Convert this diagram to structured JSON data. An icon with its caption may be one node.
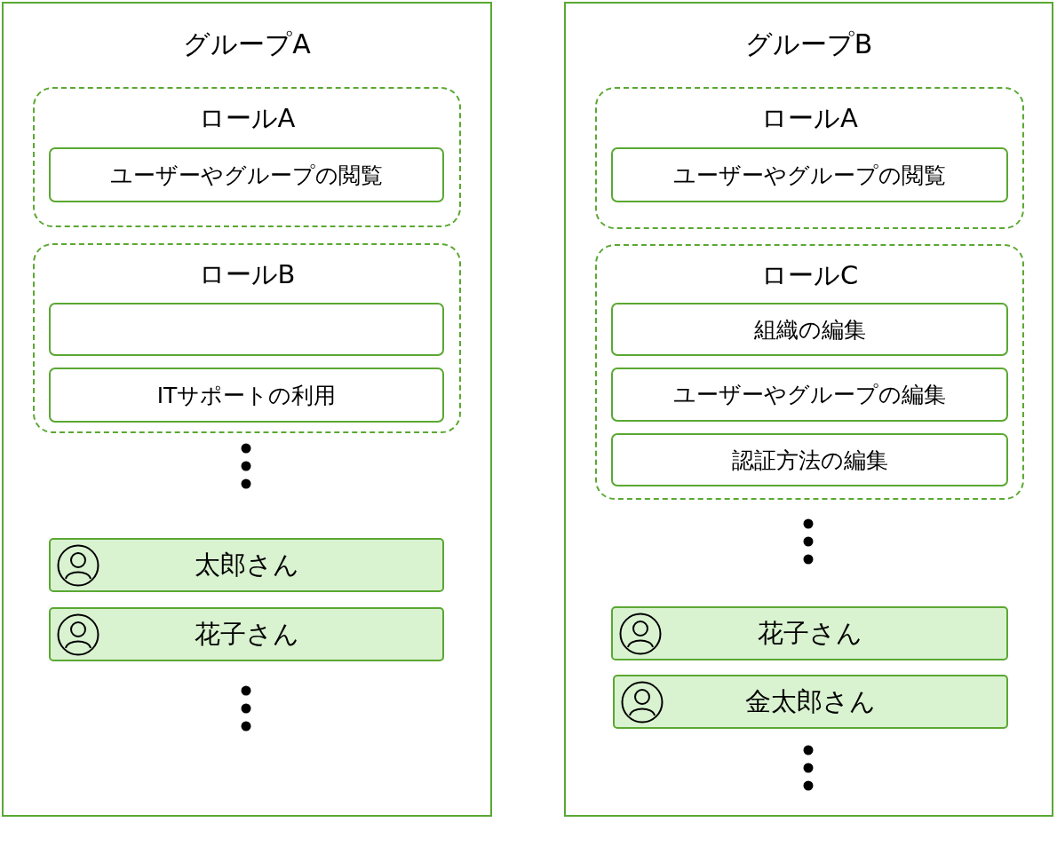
{
  "diagram": {
    "nodes": [
      {
        "text": [
          "グループA"
        ]
      },
      {
        "text": [
          "ロールA"
        ],
        "in": 0
      },
      {
        "text": [
          "ユーザーやグループの閲覧"
        ],
        "in": 1
      },
      {
        "text": [
          "ロールB"
        ],
        "in": 0
      },
      {
        "text": [],
        "shape": "box",
        "in": 3
      },
      {
        "text": [
          "ITサポートの利用"
        ],
        "in": 3
      },
      {
        "text": [
          "太郎さん"
        ],
        "in": 0
      },
      {
        "text": [
          "花子さん"
        ],
        "in": 0
      },
      {
        "text": [
          "グループB"
        ]
      },
      {
        "text": [
          "ロールA"
        ],
        "in": 8
      },
      {
        "text": [
          "ユーザーやグループの閲覧"
        ],
        "in": 9
      },
      {
        "text": [
          "ロールC"
        ],
        "in": 8
      },
      {
        "text": [
          "組織の編集"
        ],
        "in": 11
      },
      {
        "text": [
          "ユーザーやグループの編集"
        ],
        "in": 11
      },
      {
        "text": [
          "認証方法の編集"
        ],
        "in": 11
      },
      {
        "text": [
          "花子さん"
        ],
        "in": 8
      },
      {
        "text": [
          "金太郎さん"
        ],
        "in": 8
      }
    ],
    "edges": []
  }
}
